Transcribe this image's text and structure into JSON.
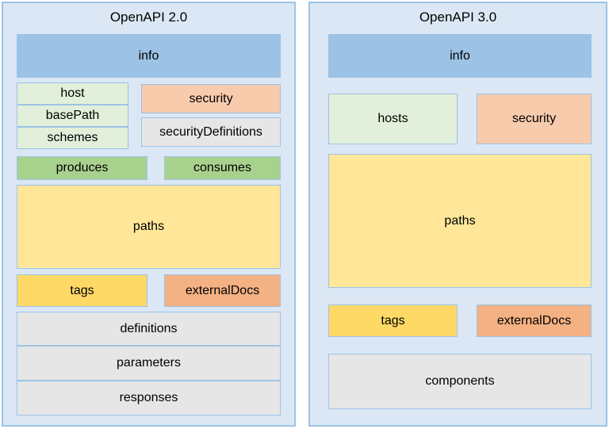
{
  "diagram": {
    "panels": [
      {
        "title": "OpenAPI 2.0",
        "items": {
          "info": "info",
          "host": "host",
          "basePath": "basePath",
          "schemes": "schemes",
          "security": "security",
          "securityDefinitions": "securityDefinitions",
          "produces": "produces",
          "consumes": "consumes",
          "paths": "paths",
          "tags": "tags",
          "externalDocs": "externalDocs",
          "definitions": "definitions",
          "parameters": "parameters",
          "responses": "responses"
        }
      },
      {
        "title": "OpenAPI 3.0",
        "items": {
          "info": "info",
          "hosts": "hosts",
          "security": "security",
          "paths": "paths",
          "tags": "tags",
          "externalDocs": "externalDocs",
          "components": "components"
        }
      }
    ],
    "colors": {
      "info_blue": "#9cc2e5",
      "light_green": "#e2efda",
      "green": "#a9d18e",
      "salmon": "#f8cbad",
      "orange": "#f4b183",
      "light_yellow": "#ffe699",
      "gold": "#ffd966",
      "gray": "#e7e6e6",
      "panel_bg": "#dbe7f4",
      "panel_border": "#9cc3e6"
    }
  }
}
